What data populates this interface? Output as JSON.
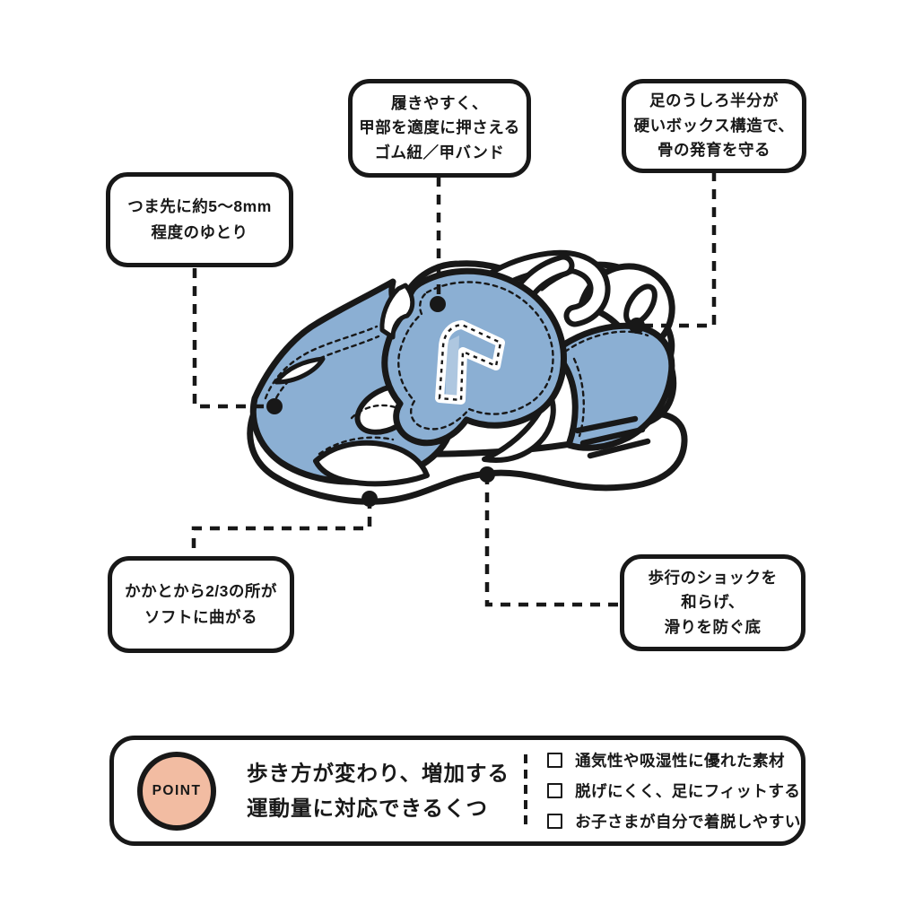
{
  "colors": {
    "ink": "#181818",
    "blue": "#8BAFD3",
    "peach": "#F2BCA2"
  },
  "illustration": {
    "subject": "kids-sneaker-side-view",
    "logo": "chevron-mark"
  },
  "callouts": {
    "toe": {
      "lines": [
        "つま先に約5〜8mm",
        "程度のゆとり"
      ]
    },
    "strap": {
      "lines": [
        "履きやすく、",
        "甲部を適度に押さえる",
        "ゴム紐／甲バンド"
      ]
    },
    "heel": {
      "lines": [
        "足のうしろ半分が",
        "硬いボックス構造で、",
        "骨の発育を守る"
      ]
    },
    "bend": {
      "lines": [
        "かかとから2/3の所が",
        "ソフトに曲がる"
      ]
    },
    "sole": {
      "lines": [
        "歩行のショックを",
        "和らげ、",
        "滑りを防ぐ底"
      ]
    }
  },
  "point_box": {
    "badge": "POINT",
    "headline_lines": [
      "歩き方が変わり、増加する",
      "運動量に対応できるくつ"
    ],
    "checklist": [
      "通気性や吸湿性に優れた素材",
      "脱げにくく、足にフィットする",
      "お子さまが自分で着脱しやすい"
    ]
  }
}
